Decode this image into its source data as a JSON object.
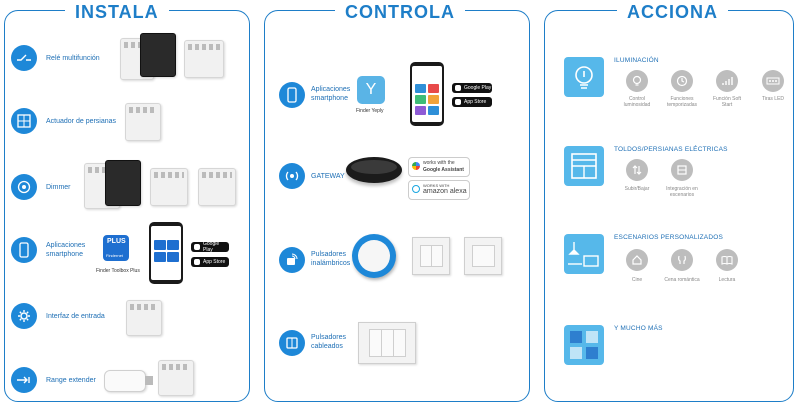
{
  "panels": {
    "instala": {
      "title": "INSTALA",
      "items": [
        {
          "label": "Relé multifunción",
          "icon": "relay-icon"
        },
        {
          "label": "Actuador de persianas",
          "icon": "blinds-icon"
        },
        {
          "label": "Dimmer",
          "icon": "dimmer-icon"
        },
        {
          "label": "Aplicaciones smartphone",
          "icon": "smartphone-icon"
        },
        {
          "label": "Interfaz de entrada",
          "icon": "input-interface-icon"
        },
        {
          "label": "Range extender",
          "icon": "range-extender-icon"
        }
      ],
      "app": {
        "name": "Finder Toolbox Plus",
        "plus": "PLUS",
        "brand": "Findernet"
      }
    },
    "controla": {
      "title": "CONTROLA",
      "items": [
        {
          "label": "Aplicaciones smartphone",
          "icon": "smartphone-icon"
        },
        {
          "label": "GATEWAY",
          "icon": "gateway-icon"
        },
        {
          "label": "Pulsadores inalámbricos",
          "icon": "wireless-button-icon"
        },
        {
          "label": "Pulsadores cableados",
          "icon": "wired-button-icon"
        }
      ],
      "app": {
        "name": "Finder Yeply",
        "glyph": "Y"
      },
      "assistants": {
        "google_line1": "works with the",
        "google_line2": "Google Assistant",
        "alexa_line1": "WORKS WITH",
        "alexa_line2": "amazon alexa"
      }
    },
    "acciona": {
      "title": "ACCIONA",
      "sections": [
        {
          "title": "ILUMINACIÓN",
          "features": [
            {
              "label": "Control luminosidad",
              "icon": "bulb-icon"
            },
            {
              "label": "Funciones temporizadas",
              "icon": "timer-bulb-icon"
            },
            {
              "label": "Función Soft Start",
              "icon": "soft-start-icon"
            },
            {
              "label": "Tiras LED",
              "icon": "led-strip-icon"
            }
          ]
        },
        {
          "title": "TOLDOS/PERSIANAS ELÉCTRICAS",
          "features": [
            {
              "label": "Subir/Bajar",
              "icon": "up-down-icon"
            },
            {
              "label": "Integración en escenarios",
              "icon": "scenario-integration-icon"
            }
          ]
        },
        {
          "title": "ESCENARIOS PERSONALIZADOS",
          "features": [
            {
              "label": "Cine",
              "icon": "cinema-icon"
            },
            {
              "label": "Cena romántica",
              "icon": "dinner-icon"
            },
            {
              "label": "Lectura",
              "icon": "reading-icon"
            }
          ]
        },
        {
          "title": "Y MUCHO MÁS",
          "features": []
        }
      ]
    }
  },
  "store_badges": {
    "google": "Google Play",
    "apple": "App Store"
  },
  "colors": {
    "accent": "#1e7ec8",
    "icon_bg": "#1e88d8",
    "light_blue": "#56b8ea",
    "grey_icon": "#bdbdbd"
  }
}
